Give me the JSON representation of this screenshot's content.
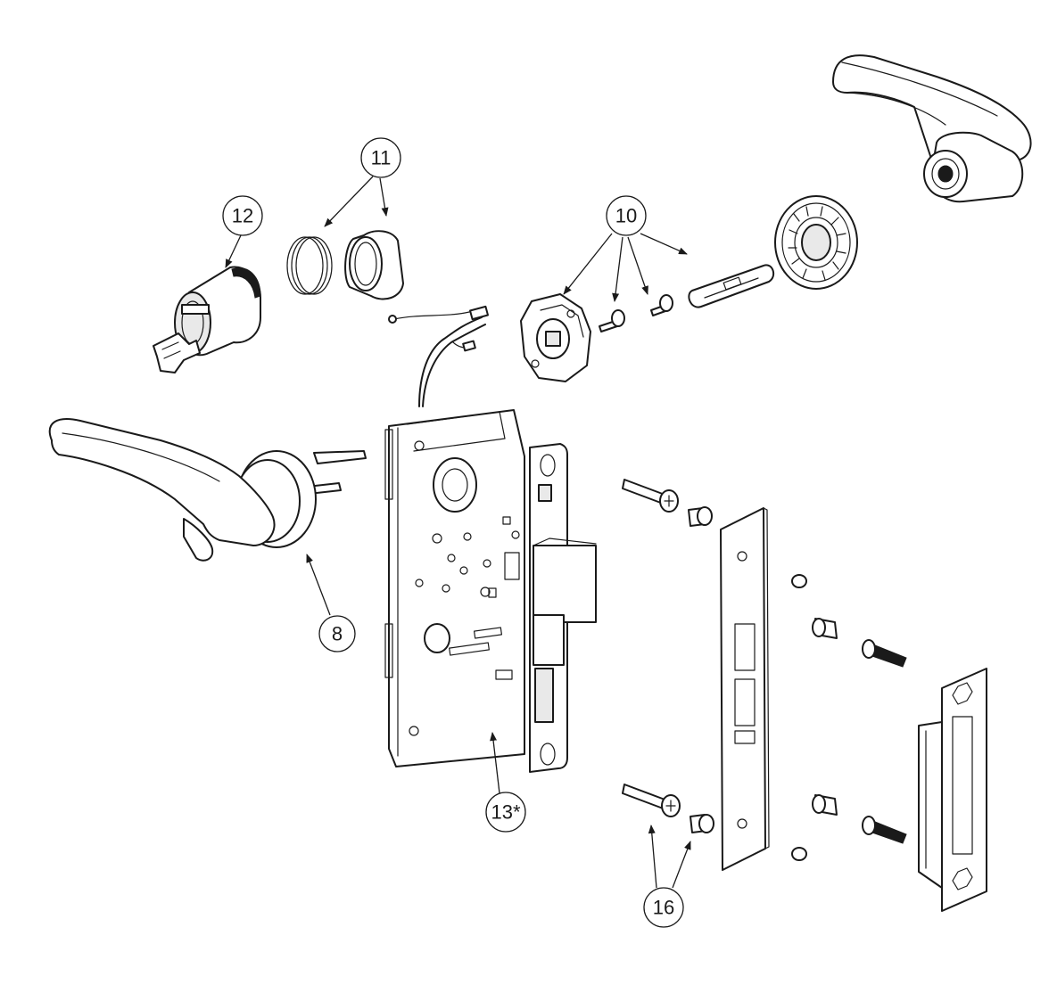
{
  "callouts": {
    "c8": {
      "label": "8"
    },
    "c10": {
      "label": "10"
    },
    "c11": {
      "label": "11"
    },
    "c12": {
      "label": "12"
    },
    "c13": {
      "label": "13*"
    },
    "c16": {
      "label": "16"
    }
  }
}
